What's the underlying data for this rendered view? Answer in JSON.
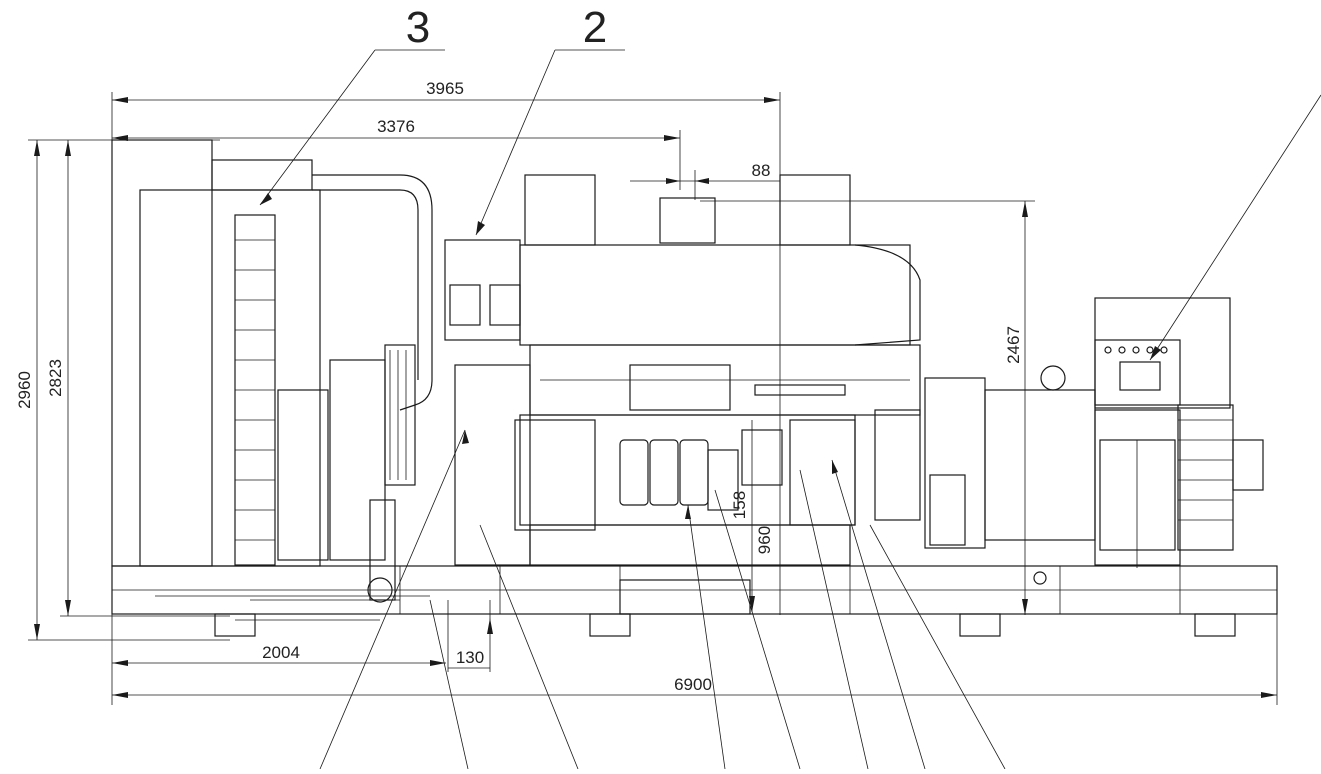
{
  "drawing": {
    "callouts": [
      "3",
      "2"
    ],
    "dimensions": {
      "d3965": "3965",
      "d3376": "3376",
      "d88": "88",
      "d2467": "2467",
      "d2960": "2960",
      "d2823": "2823",
      "d2004": "2004",
      "d130": "130",
      "d6900": "6900",
      "d158": "158",
      "d960": "960"
    }
  }
}
